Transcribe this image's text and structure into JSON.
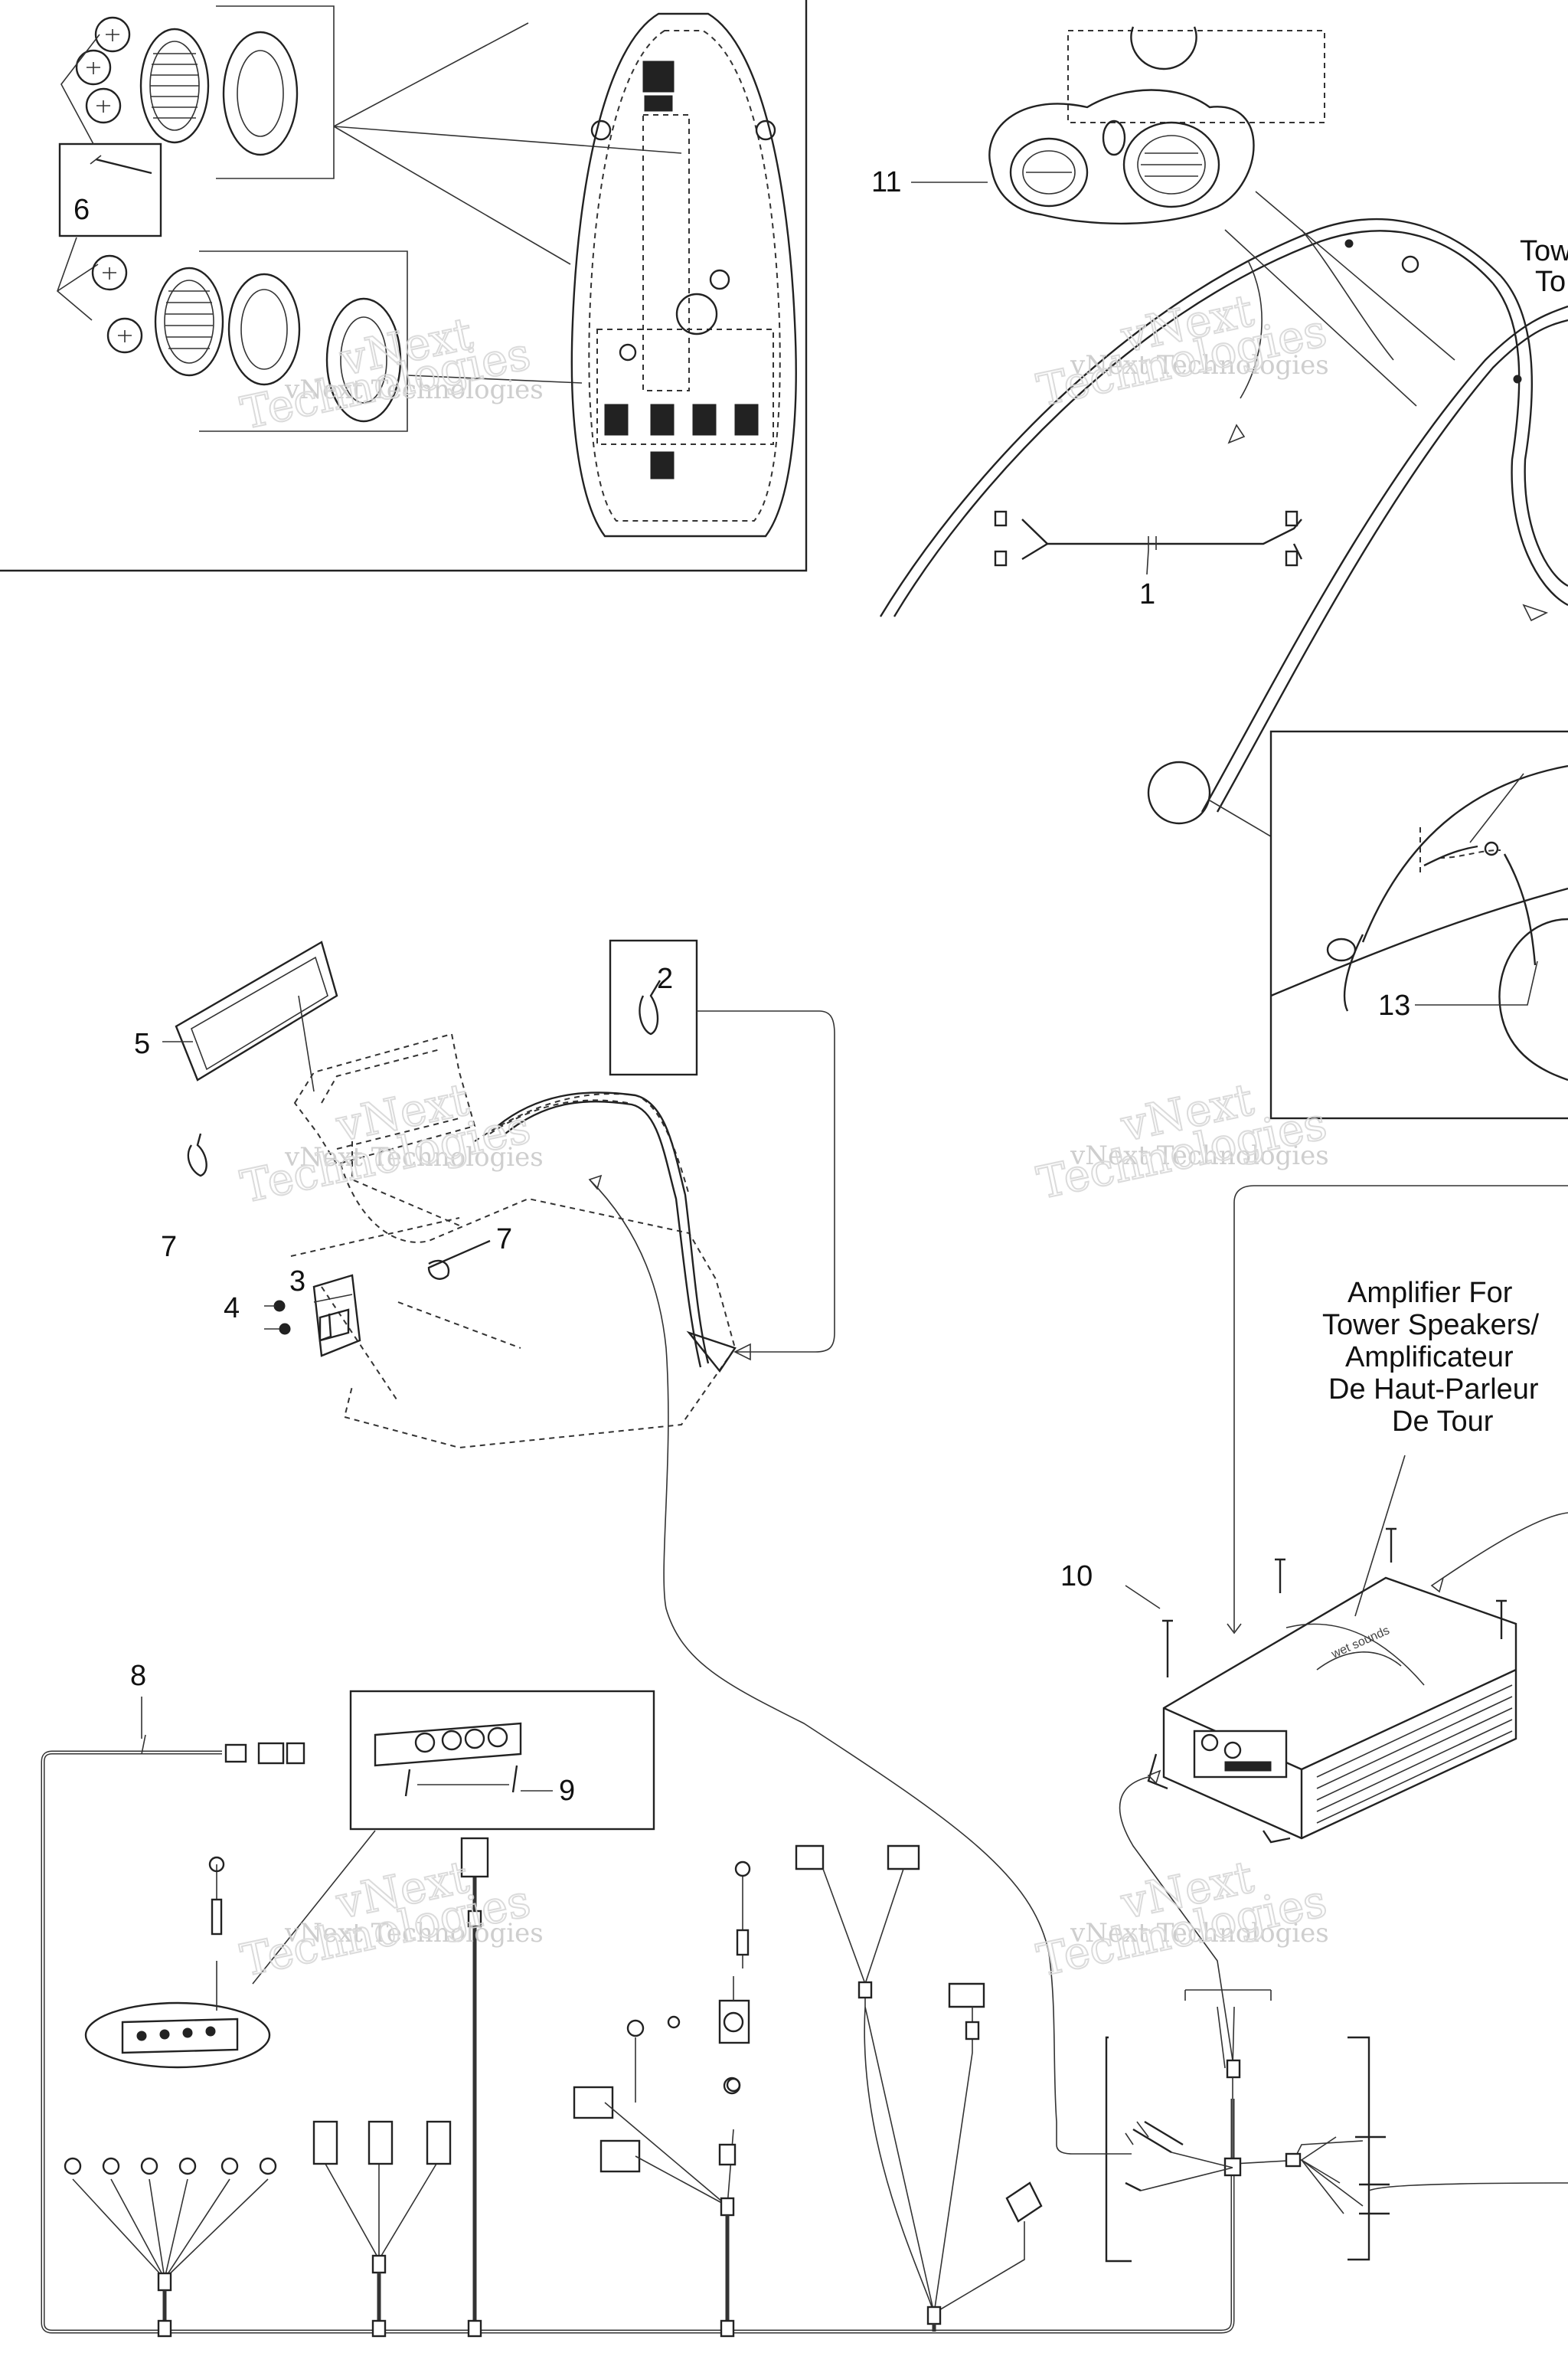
{
  "callouts": {
    "c1": "1",
    "c2": "2",
    "c3": "3",
    "c4": "4",
    "c5": "5",
    "c6": "6",
    "c7a": "7",
    "c7b": "7",
    "c8": "8",
    "c9": "9",
    "c10": "10",
    "c11": "11",
    "c13": "13"
  },
  "amplifier_caption": {
    "line1": "Amplifier For",
    "line2": "Tower Speakers/",
    "line3": "Amplificateur",
    "line4": "De Haut-Parleur",
    "line5": "De Tour"
  },
  "edge_label": {
    "line1": "Tow",
    "line2": "To"
  },
  "watermark": {
    "brand": "vNext Technologies",
    "word1": "vNext",
    "word2": "Technologies"
  },
  "amp_brand": "wet sounds"
}
